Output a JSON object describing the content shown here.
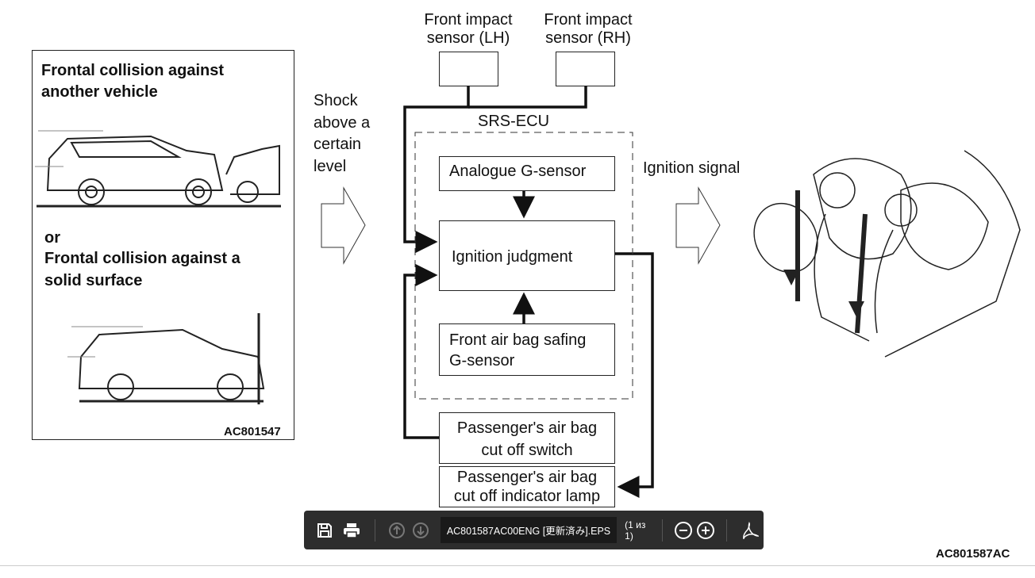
{
  "left_panel": {
    "line1": "Frontal collision against",
    "line2": "another vehicle",
    "or": "or",
    "line3": "Frontal collision against a",
    "line4": "solid surface",
    "code": "AC801547"
  },
  "shock": {
    "l1": "Shock",
    "l2": "above a",
    "l3": "certain",
    "l4": "level"
  },
  "sensors": {
    "lh_l1": "Front impact",
    "lh_l2": "sensor (LH)",
    "rh_l1": "Front impact",
    "rh_l2": "sensor (RH)"
  },
  "ecu_label": "SRS-ECU",
  "boxes": {
    "analogue": "Analogue G-sensor",
    "ignition": "Ignition judgment",
    "safing_l1": "Front air bag safing",
    "safing_l2": "G-sensor",
    "switch_l1": "Passenger's air bag",
    "switch_l2": "cut off switch",
    "lamp_l1": "Passenger's air bag",
    "lamp_l2": "cut off indicator lamp"
  },
  "ignition_signal": "Ignition signal",
  "figure_code": "AC801587AC",
  "toolbar": {
    "filename": "AC801587AC00ENG [更新済み].EPS",
    "page_info": "(1 из 1)",
    "icons": [
      "save-icon",
      "print-icon",
      "arrow-up-icon",
      "arrow-down-icon",
      "zoom-out-icon",
      "zoom-in-icon",
      "acrobat-icon"
    ]
  }
}
